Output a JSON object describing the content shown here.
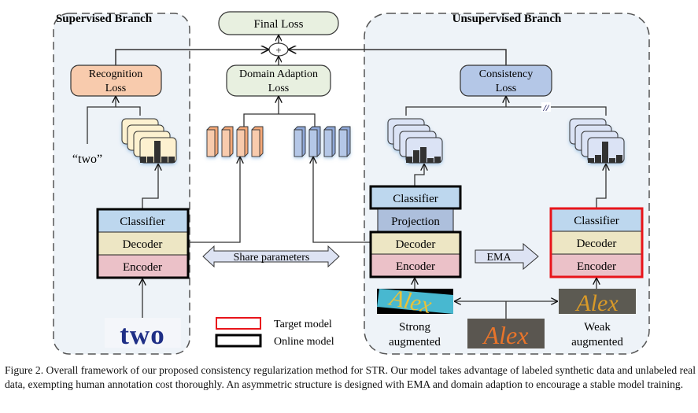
{
  "branches": {
    "supervised": {
      "title": "Supervised Branch"
    },
    "unsupervised": {
      "title": "Unsupervised Branch"
    }
  },
  "losses": {
    "final": "Final Loss",
    "recognition": [
      "Recognition",
      "Loss"
    ],
    "domain_adaption": [
      "Domain Adaption",
      "Loss"
    ],
    "consistency": [
      "Consistency",
      "Loss"
    ],
    "sum_symbol": "+"
  },
  "supervised_model": {
    "modules": [
      "Classifier",
      "Decoder",
      "Encoder"
    ],
    "label_text": "“two”",
    "input_image_text": "two"
  },
  "online_model": {
    "modules": [
      "Classifier",
      "Projection",
      "Decoder",
      "Encoder"
    ]
  },
  "target_model": {
    "modules": [
      "Classifier",
      "Decoder",
      "Encoder"
    ]
  },
  "arrows": {
    "share_parameters": "Share parameters",
    "ema": "EMA",
    "stop_gradient": "//"
  },
  "images": {
    "strong": {
      "text": "Alex",
      "label": [
        "Strong",
        "augmented"
      ]
    },
    "original": {
      "text": "Alex"
    },
    "weak": {
      "text": "Alex",
      "label": [
        "Weak",
        "augmented"
      ]
    }
  },
  "legend": {
    "items": [
      {
        "label": "Target model",
        "color": "#e8141a"
      },
      {
        "label": "Online model",
        "color": "#000000"
      }
    ]
  },
  "colors": {
    "classifier": "#bdd7ee",
    "projection": "#adbfdc",
    "decoder": "#ede6c4",
    "encoder": "#ebc1c8",
    "recognition_loss": "#f8cbad",
    "domain_loss": "#e8f0e0",
    "consistency_loss": "#b4c7e7",
    "branch_bg": "#eef3f8"
  },
  "caption": "Figure 2. Overall framework of our proposed consistency regularization method for STR. Our model takes advantage of labeled synthetic data and unlabeled real data, exempting human annotation cost thoroughly. An asymmetric structure is designed with EMA and domain adaption to encourage a stable model training."
}
